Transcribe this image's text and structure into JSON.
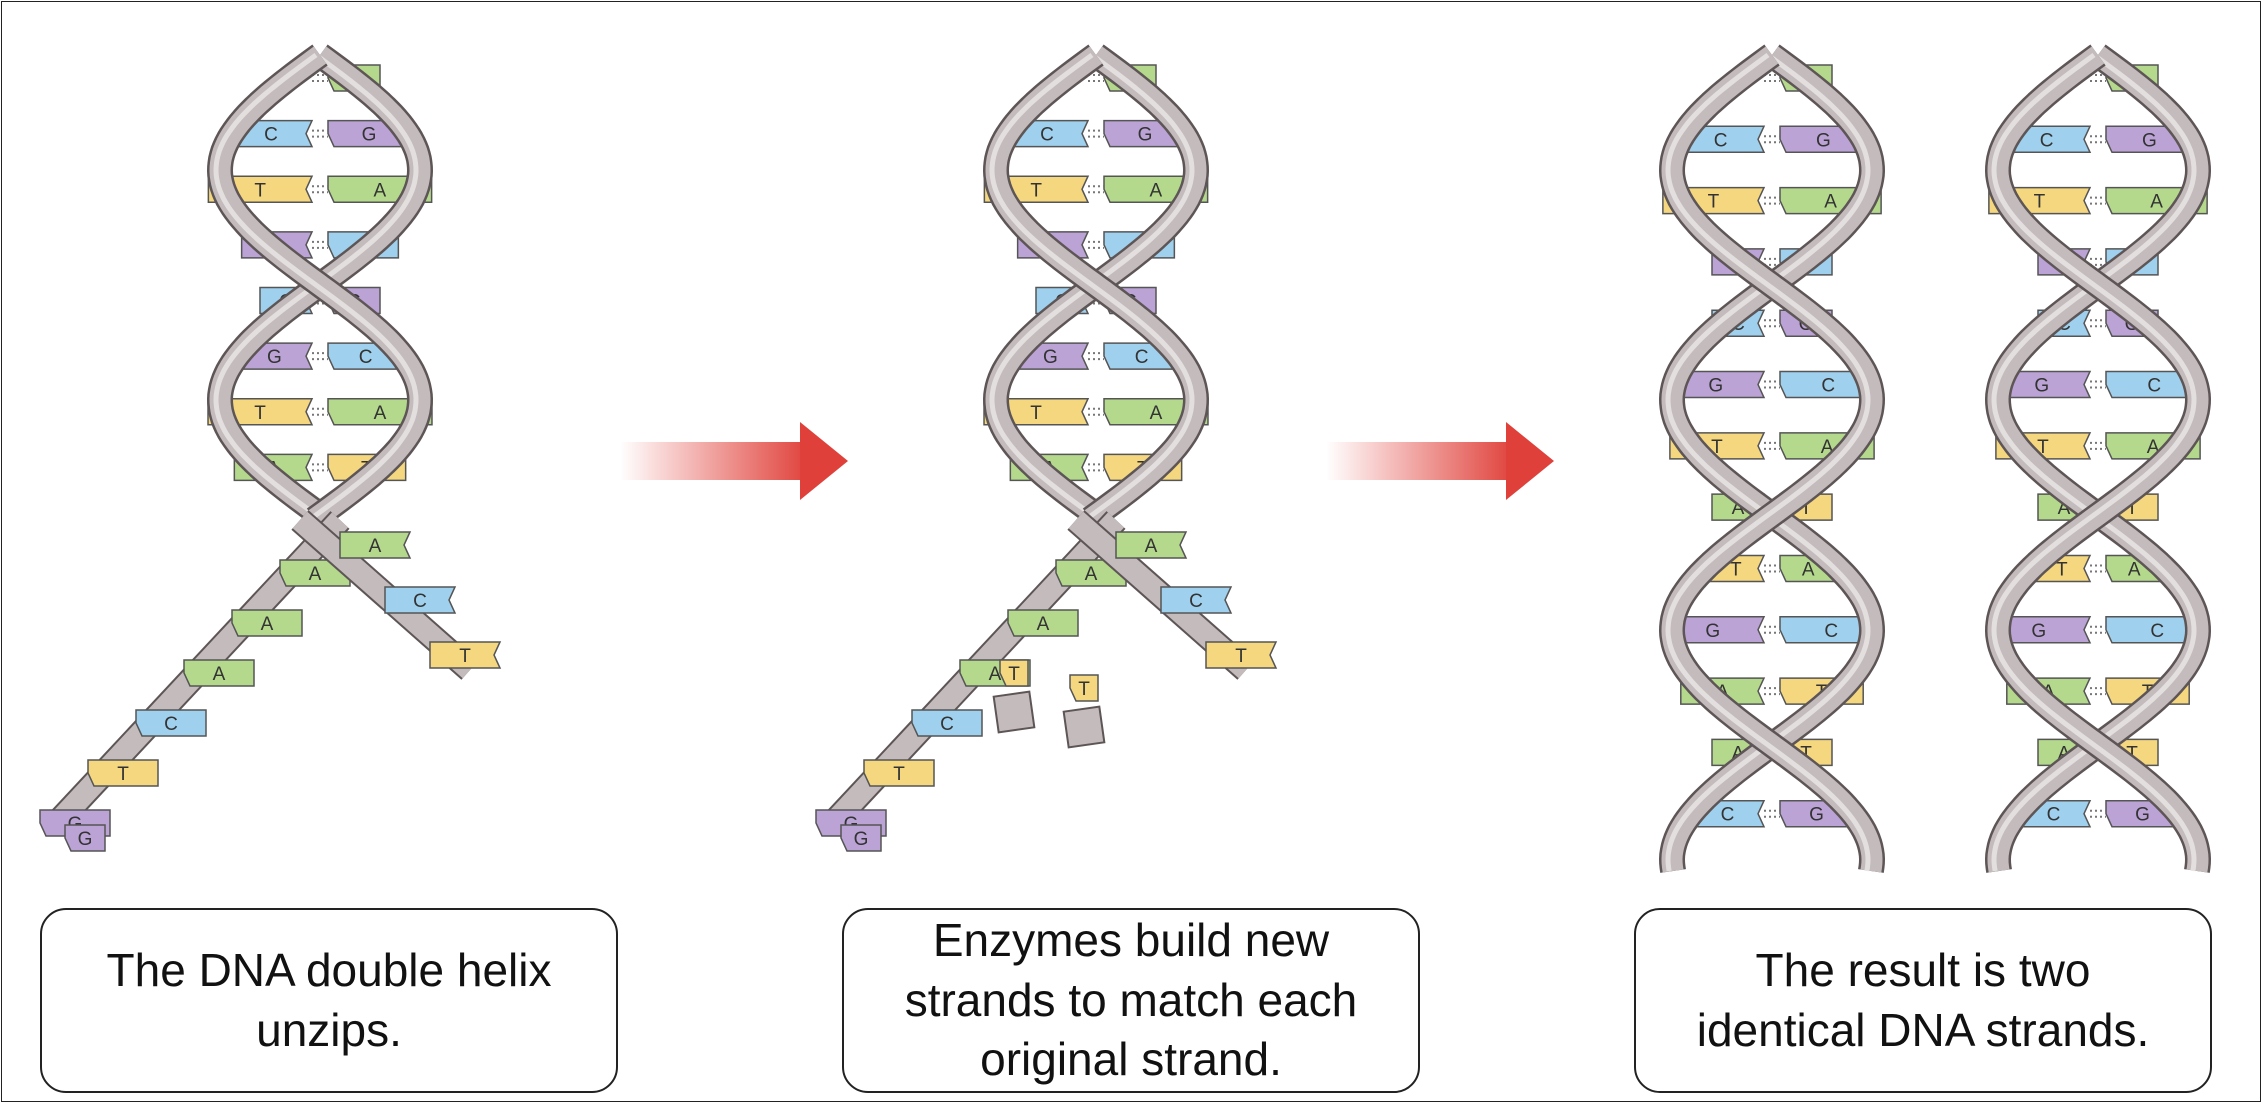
{
  "panels": [
    {
      "caption_lines": [
        "The DNA double helix",
        "unzips."
      ],
      "pairs": [
        [
          "",
          "A"
        ],
        [
          "C",
          "G"
        ],
        [
          "T",
          "A"
        ],
        [
          "G",
          "C"
        ],
        [
          "C",
          "G"
        ],
        [
          "G",
          "C"
        ],
        [
          "T",
          "A"
        ],
        [
          "A",
          "T"
        ]
      ],
      "split": {
        "left": [
          "A",
          "A",
          "A",
          "C",
          "T",
          "G"
        ],
        "right": [
          "A",
          "C",
          "T"
        ],
        "left_extra": [
          "G"
        ]
      }
    },
    {
      "caption_lines": [
        "Enzymes build new",
        "strands to match each",
        "original strand."
      ],
      "pairs": [
        [
          "",
          "A"
        ],
        [
          "C",
          "G"
        ],
        [
          "T",
          "A"
        ],
        [
          "G",
          "C"
        ],
        [
          "C",
          "G"
        ],
        [
          "G",
          "C"
        ],
        [
          "T",
          "A"
        ],
        [
          "A",
          "T"
        ]
      ],
      "split": {
        "left": [
          "A",
          "A",
          "A",
          "C",
          "T",
          "G"
        ],
        "right": [
          "A",
          "C",
          "T"
        ],
        "left_extra": [
          "G"
        ]
      },
      "free_nucleotides": [
        "T",
        "T"
      ]
    },
    {
      "caption_lines": [
        "The result is two",
        "identical DNA strands."
      ],
      "pairs": [
        [
          "",
          "A"
        ],
        [
          "C",
          "G"
        ],
        [
          "T",
          "A"
        ],
        [
          "G",
          "C"
        ],
        [
          "C",
          "G"
        ],
        [
          "G",
          "C"
        ],
        [
          "T",
          "A"
        ],
        [
          "A",
          "T"
        ],
        [
          "T",
          "A"
        ],
        [
          "G",
          "C"
        ],
        [
          "A",
          "T"
        ],
        [
          "A",
          "T"
        ],
        [
          "C",
          "G"
        ]
      ]
    }
  ],
  "colors": {
    "A": "#b5d98c",
    "C": "#9fd0ee",
    "G": "#bba3d6",
    "T": "#f5d77f",
    "backbone": "#c4bcbc",
    "backbone_edge": "#5e5656",
    "arrow": "#e0403a"
  },
  "icons": [
    "right-arrow-icon",
    "right-arrow-icon"
  ]
}
